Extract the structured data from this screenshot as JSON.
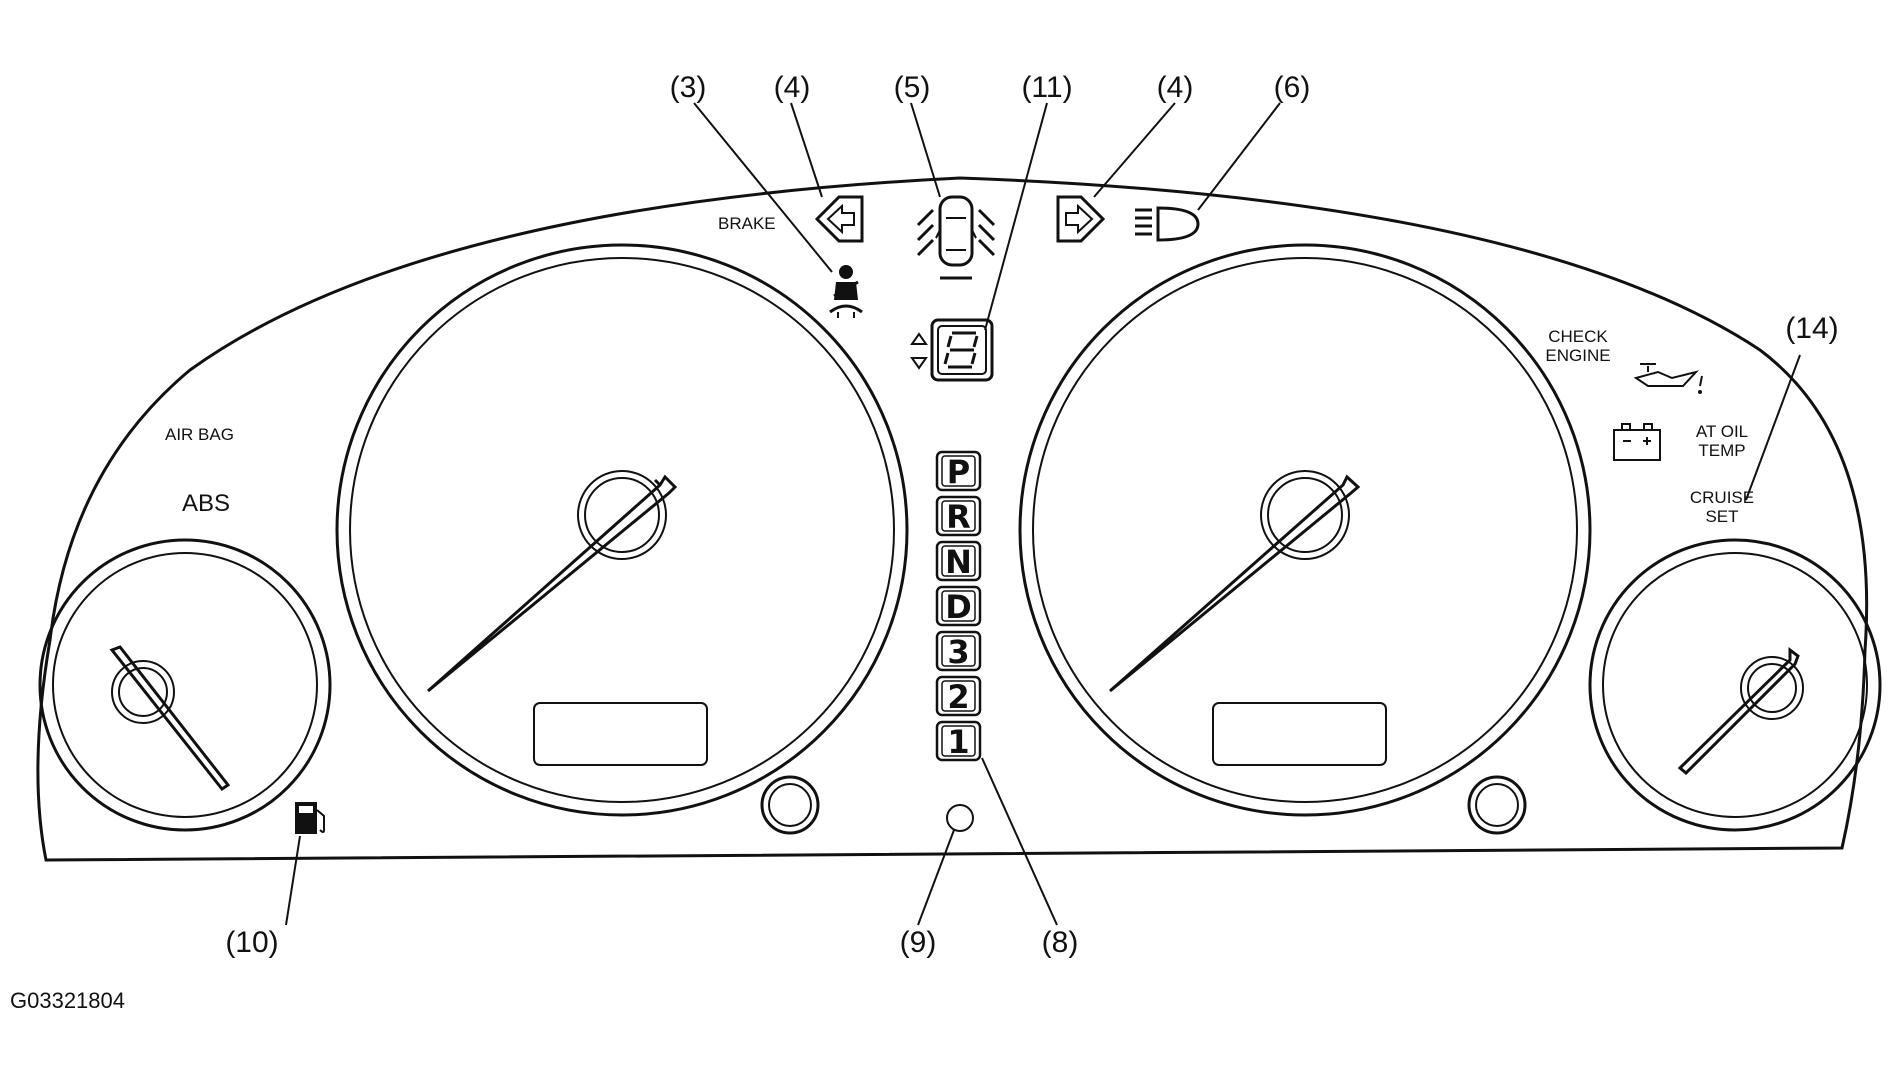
{
  "figure_id": "G03321804",
  "colors": {
    "line": "#111111",
    "background": "#ffffff"
  },
  "callouts": {
    "c3": "(3)",
    "c4_left": "(4)",
    "c5": "(5)",
    "c11": "(11)",
    "c4_right": "(4)",
    "c6": "(6)",
    "c14": "(14)",
    "c10": "(10)",
    "c9": "(9)",
    "c8": "(8)"
  },
  "labels": {
    "brake": "BRAKE",
    "air_bag": "AIR BAG",
    "abs": "ABS",
    "check_engine_1": "CHECK",
    "check_engine_2": "ENGINE",
    "at_oil_temp_1": "AT OIL",
    "at_oil_temp_2": "TEMP",
    "cruise_set_1": "CRUISE",
    "cruise_set_2": "SET"
  },
  "gear_positions": [
    "P",
    "R",
    "N",
    "D",
    "3",
    "2",
    "1"
  ],
  "icons": [
    "turn-left-arrow-icon",
    "turn-right-arrow-icon",
    "seatbelt-icon",
    "door-open-car-icon",
    "high-beam-icon",
    "seven-segment-display-icon",
    "oil-pressure-icon",
    "battery-icon",
    "fuel-pump-icon"
  ]
}
